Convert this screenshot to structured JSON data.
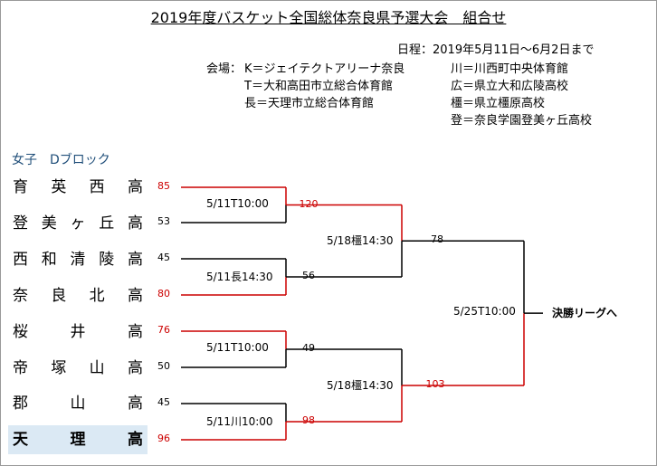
{
  "title": "2019年度バスケット全国総体奈良県予選大会　組合せ",
  "schedule": "日程：2019年5月11日～6月2日まで",
  "venues_label": "会場：",
  "venues": [
    "K＝ジェイテクトアリーナ奈良",
    "T＝大和高田市立総合体育館",
    "長＝天理市立総合体育館",
    "川＝川西町中央体育館",
    "広＝県立大和広陵高校",
    "橿＝県立橿原高校",
    "登＝奈良学園登美ヶ丘高校"
  ],
  "block_label": "女子　Dブロック",
  "teams": [
    {
      "name": "育英西高",
      "chars": [
        "育",
        "英",
        "西",
        "高"
      ],
      "highlight": false
    },
    {
      "name": "登美ヶ丘高",
      "chars": [
        "登",
        "美",
        "ヶ",
        "丘",
        "高"
      ],
      "highlight": false
    },
    {
      "name": "西和清陵高",
      "chars": [
        "西",
        "和",
        "清",
        "陵",
        "高"
      ],
      "highlight": false
    },
    {
      "name": "奈良北高",
      "chars": [
        "奈",
        "良",
        "北",
        "高"
      ],
      "highlight": false
    },
    {
      "name": "桜井高",
      "chars": [
        "桜",
        "井",
        "高"
      ],
      "highlight": false
    },
    {
      "name": "帝塚山高",
      "chars": [
        "帝",
        "塚",
        "山",
        "高"
      ],
      "highlight": false
    },
    {
      "name": "郡山高",
      "chars": [
        "郡",
        "山",
        "高"
      ],
      "highlight": false
    },
    {
      "name": "天理高",
      "chars": [
        "天",
        "理",
        "高"
      ],
      "highlight": true
    }
  ],
  "round1": [
    {
      "match": "5/11T10:00",
      "score_top": "85",
      "score_bottom": "53",
      "winner": "top",
      "result": "120"
    },
    {
      "match": "5/11長14:30",
      "score_top": "45",
      "score_bottom": "80",
      "winner": "bottom",
      "result": "56"
    },
    {
      "match": "5/11T10:00",
      "score_top": "76",
      "score_bottom": "50",
      "winner": "top",
      "result": "49"
    },
    {
      "match": "5/11川10:00",
      "score_top": "45",
      "score_bottom": "96",
      "winner": "bottom",
      "result": "98"
    }
  ],
  "round2": [
    {
      "match": "5/18橿14:30",
      "winner": "top",
      "result": "78"
    },
    {
      "match": "5/18橿14:30",
      "winner": "bottom",
      "result": "103"
    }
  ],
  "final": {
    "match": "5/25T10:00",
    "winner": "bottom",
    "label": "決勝リーグへ"
  },
  "colors": {
    "win_line": "#cc0000",
    "line": "#000000",
    "highlight_bg": "#dbe9f4",
    "block_label": "#1f4e79"
  }
}
